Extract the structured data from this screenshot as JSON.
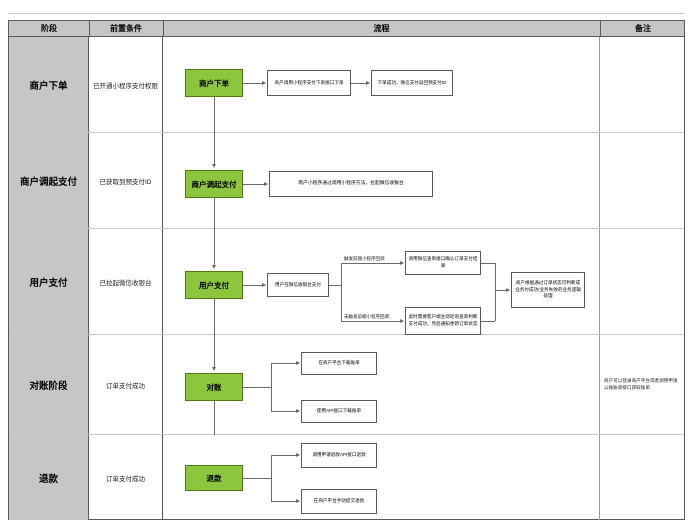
{
  "table": {
    "headers": [
      "阶段",
      "前置条件",
      "流程",
      "备注"
    ]
  },
  "rows": [
    {
      "stage": "商户下单",
      "prerequisite": "已开通小程序支付权限",
      "note": "",
      "start_node": "商户下单",
      "steps": [
        "商户调用小程序支付下单接口下单",
        "下单成功，微信支付返回预支付ID"
      ]
    },
    {
      "stage": "商户调起支付",
      "prerequisite": "已获取到预支付ID",
      "note": "",
      "start_node": "商户调起支付",
      "steps": [
        "商户小程序通过调用小程序方法，拉起微信收银台"
      ]
    },
    {
      "stage": "用户支付",
      "prerequisite": "已拉起微信收银台",
      "note": "",
      "start_node": "用户支付",
      "steps": [
        "用户在微信收银台支付"
      ],
      "branches": [
        {
          "label": "触发前端小程序回调",
          "box": "调用微信查单接口确认订单支付结果"
        },
        {
          "label": "未触发前端小程序回调",
          "box": "此时需要客户端主动轮询查单判断支付成功，然后通知更新订单状态"
        }
      ],
      "merge_box": "商户根据通过订单状态可判断成业务付成功/业务失败的业务逻辑处理"
    },
    {
      "stage": "对账阶段",
      "prerequisite": "订单支付成功",
      "note": "商户可以登录商户平台或者调用申请公账账单接口获取账单",
      "start_node": "对账",
      "branch_boxes": [
        "在商户平台下载账单",
        "使用API接口下载账单"
      ]
    },
    {
      "stage": "退款",
      "prerequisite": "订单支付成功",
      "note": "",
      "start_node": "退款",
      "branch_boxes": [
        "调用申请退款API接口退款",
        "在商户平台手动提交退款"
      ]
    }
  ],
  "colors": {
    "node_green": "#8cc63e",
    "header_gray": "#c6c6c6",
    "line": "#6b6b6b"
  }
}
